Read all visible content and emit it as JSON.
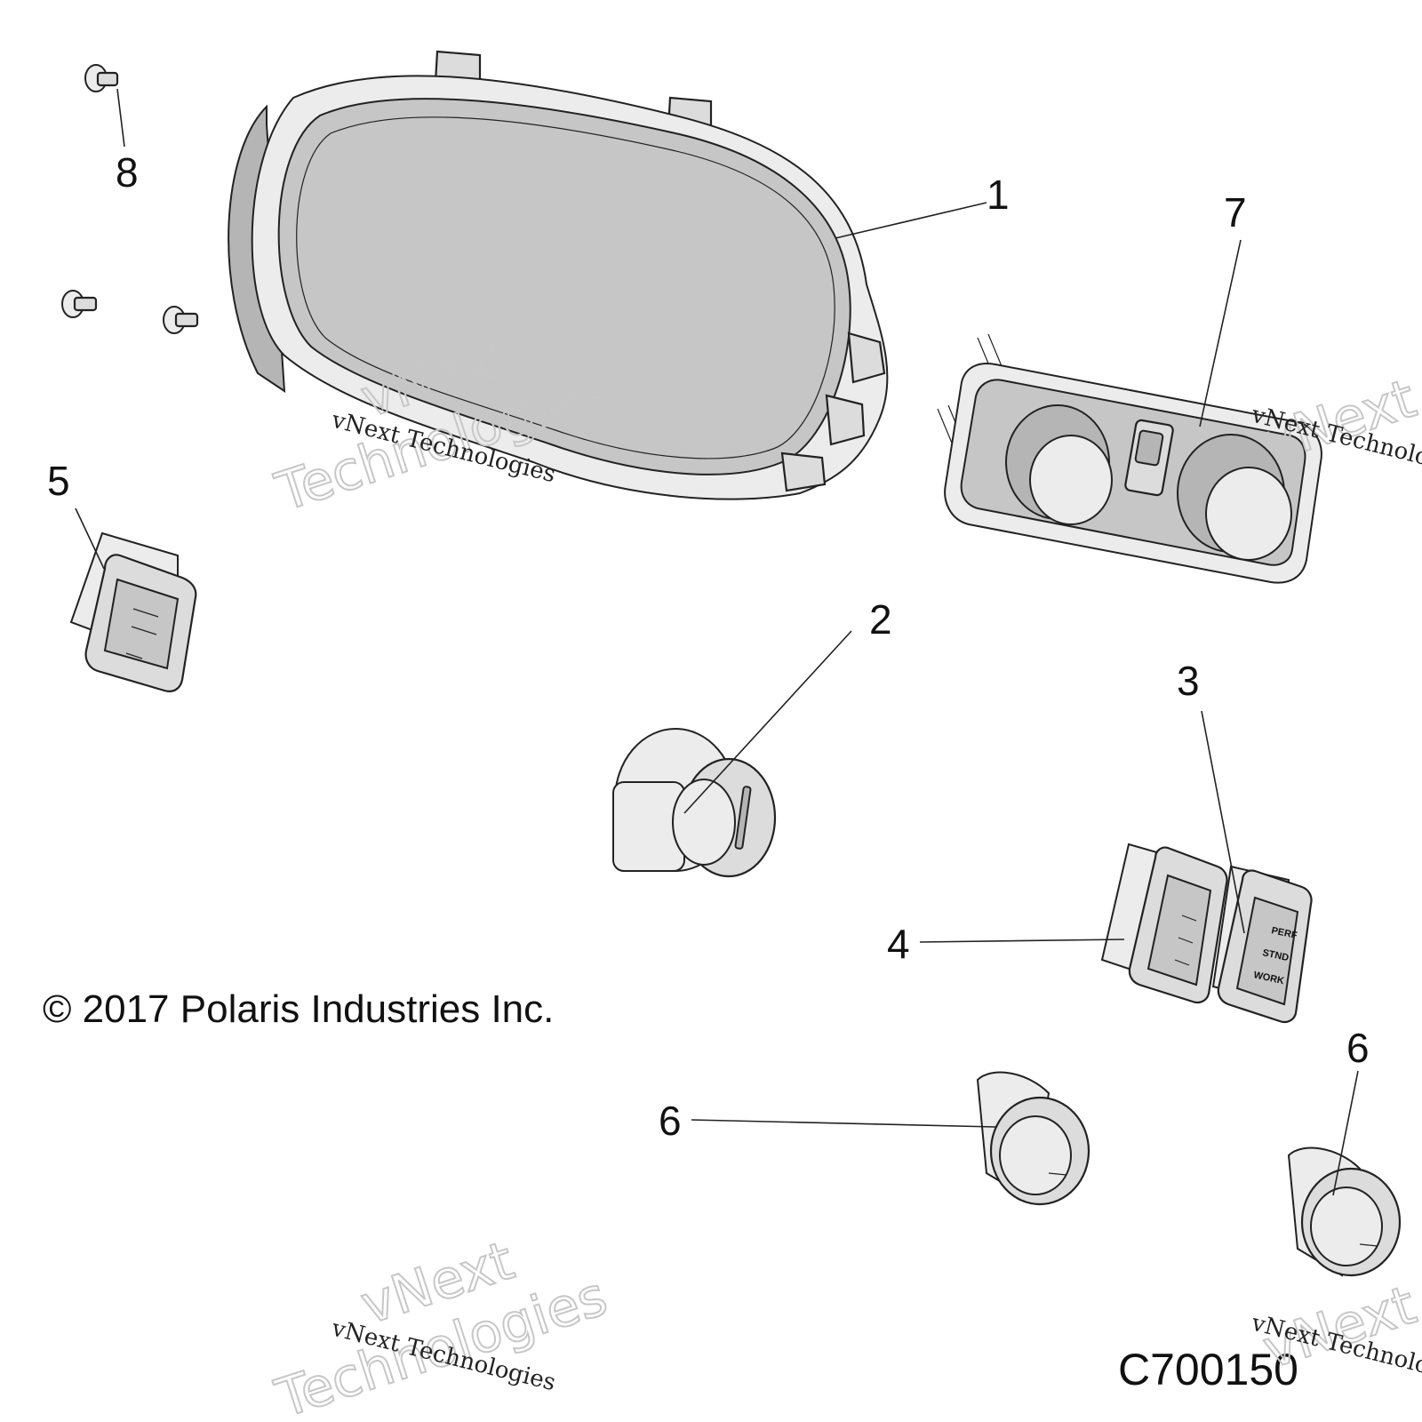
{
  "callouts": {
    "c1": "1",
    "c2": "2",
    "c3": "3",
    "c4": "4",
    "c5": "5",
    "c6a": "6",
    "c6b": "6",
    "c7": "7",
    "c8": "8"
  },
  "copyright": "© 2017 Polaris Industries Inc.",
  "figure_id": "C700150",
  "switch_labels": {
    "perf": "PERF",
    "stnd": "STND",
    "work": "WORK"
  },
  "watermark": {
    "line_small": "vNext Technologies",
    "word_top": "vNext",
    "word_bottom": "Technologies"
  }
}
